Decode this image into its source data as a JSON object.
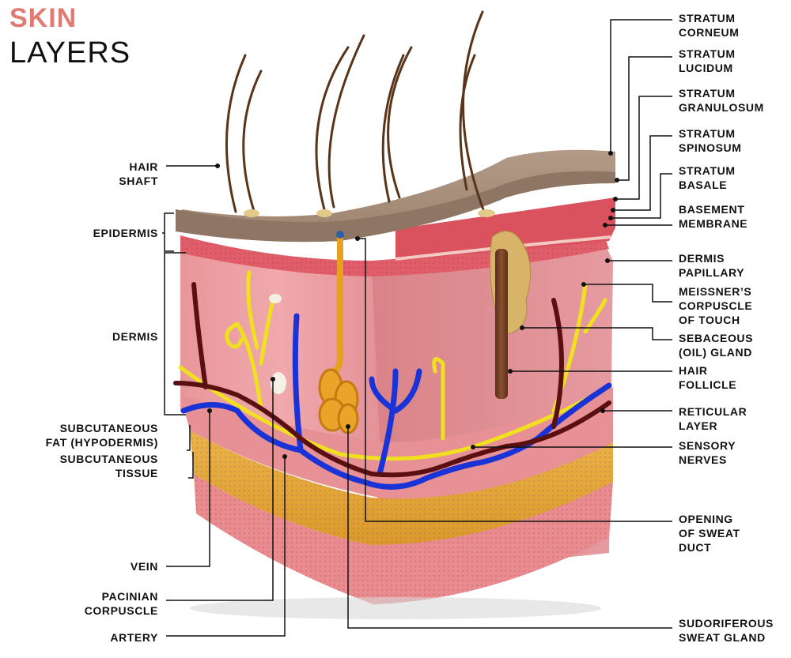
{
  "title": {
    "line1": "SKIN",
    "line2": "LAYERS"
  },
  "colors": {
    "title_accent": "#e07a72",
    "vein": "#1a33d6",
    "artery": "#5a1010",
    "nerve": "#f2e21a",
    "epidermis_top": "#a58b78",
    "fat": "#e3ac36"
  },
  "labels_left": {
    "hair_shaft": "HAIR\nSHAFT",
    "epidermis": "EPIDERMIS",
    "dermis": "DERMIS",
    "subcutaneous_fat": "SUBCUTANEOUS\nFAT (HYPODERMIS)",
    "subcutaneous_tissue": "SUBCUTANEOUS\nTISSUE",
    "vein": "VEIN",
    "pacinian_corpuscle": "PACINIAN\nCORPUSCLE",
    "artery": "ARTERY"
  },
  "labels_right": {
    "stratum_corneum": "STRATUM\nCORNEUM",
    "stratum_lucidum": "STRATUM\nLUCIDUM",
    "stratum_granulosum": "STRATUM\nGRANULOSUM",
    "stratum_spinosum": "STRATUM\nSPINOSUM",
    "stratum_basale": "STRATUM\nBASALE",
    "basement_membrane": "BASEMENT\nMEMBRANE",
    "dermis_papillary": "DERMIS\nPAPILLARY",
    "meissners_corpuscle": "MEISSNER’S\nCORPUSCLE\nOF TOUCH",
    "sebaceous_gland": "SEBACEOUS\n(OIL) GLAND",
    "hair_follicle": "HAIR\nFOLLICLE",
    "reticular_layer": "RETICULAR\nLAYER",
    "sensory_nerves": "SENSORY\nNERVES",
    "opening_sweat_duct": "OPENING\nOF SWEAT\nDUCT",
    "sudoriferous_gland": "SUDORIFEROUS\nSWEAT GLAND"
  }
}
